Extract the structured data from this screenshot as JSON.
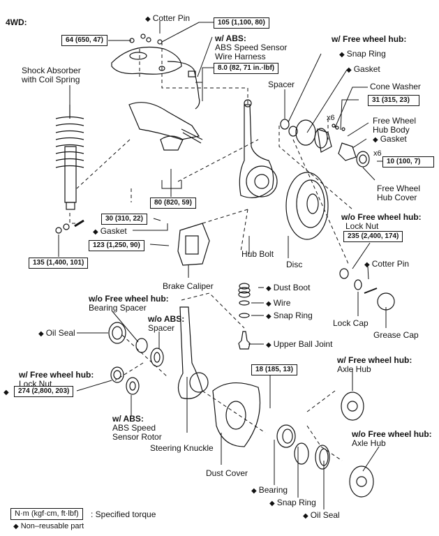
{
  "title": "4WD:",
  "legend": {
    "torque_unit": "N·m (kgf·cm, ft·lbf)",
    "torque_desc": ": Specified torque",
    "non_reusable": "Non–reusable part"
  },
  "torques": {
    "upper_arm_nut": "64 (650, 47)",
    "ball_joint_nut": "105 (1,100, 80)",
    "abs_harness_bolt": "8.0 (82, 71 in.·lbf)",
    "cone_washer_nut": "31 (315, 23)",
    "hub_cover_bolt": "10 (100, 7)",
    "lower_ball_joint": "80 (820, 59)",
    "caliper_a": "30 (310, 22)",
    "caliper_b": "123 (1,250, 90)",
    "shock_lower": "135 (1,400, 101)",
    "lock_nut_wo": "235 (2,400, 174)",
    "dust_cover_bolt": "18 (185, 13)",
    "lock_nut_w": "274 (2,800, 203)"
  },
  "labels": {
    "cotter_pin_top": "Cotter Pin",
    "shock": [
      "Shock Absorber",
      "with Coil Spring"
    ],
    "abs_heading": "w/  ABS:",
    "abs_harness": [
      "ABS Speed Sensor",
      "Wire Harness"
    ],
    "fwh_heading": "w/  Free wheel hub:",
    "snap_ring_top": "Snap Ring",
    "gasket_top": "Gasket",
    "spacer": "Spacer",
    "cone_washer": "Cone Washer",
    "x6_a": "x6",
    "x6_b": "x6",
    "fwh_body": [
      "Free Wheel",
      "Hub Body"
    ],
    "gasket_2": "Gasket",
    "fwh_cover": [
      "Free Wheel",
      "Hub Cover"
    ],
    "gasket_caliper": "Gasket",
    "hub_bolt": "Hub Bolt",
    "disc": "Disc",
    "wo_fwh_heading": "w/o Free wheel hub:",
    "lock_nut": "Lock Nut",
    "cotter_pin_2": "Cotter Pin",
    "brake_caliper": "Brake Caliper",
    "dust_boot": "Dust Boot",
    "wire": "Wire",
    "snap_ring_mid": "Snap Ring",
    "lock_cap": "Lock Cap",
    "grease_cap": "Grease Cap",
    "wo_fwh_bearing_heading": "w/o Free wheel hub:",
    "bearing_spacer": "Bearing Spacer",
    "oil_seal_left": "Oil Seal",
    "wo_abs_heading": "w/o ABS:",
    "spacer_2": "Spacer",
    "upper_ball_joint": "Upper Ball Joint",
    "w_fwh_heading_left": "w/  Free wheel hub:",
    "lock_nut_left": "Lock Nut",
    "w_abs_heading_2": "w/  ABS:",
    "abs_rotor": [
      "ABS Speed",
      "Sensor Rotor"
    ],
    "steering_knuckle": "Steering Knuckle",
    "w_fwh_axle_heading": "w/  Free wheel hub:",
    "axle_hub_1": "Axle Hub",
    "wo_fwh_axle_heading": "w/o Free wheel hub:",
    "axle_hub_2": "Axle Hub",
    "dust_cover": "Dust Cover",
    "bearing": "Bearing",
    "snap_ring_bottom": "Snap Ring",
    "oil_seal_bottom": "Oil Seal"
  }
}
